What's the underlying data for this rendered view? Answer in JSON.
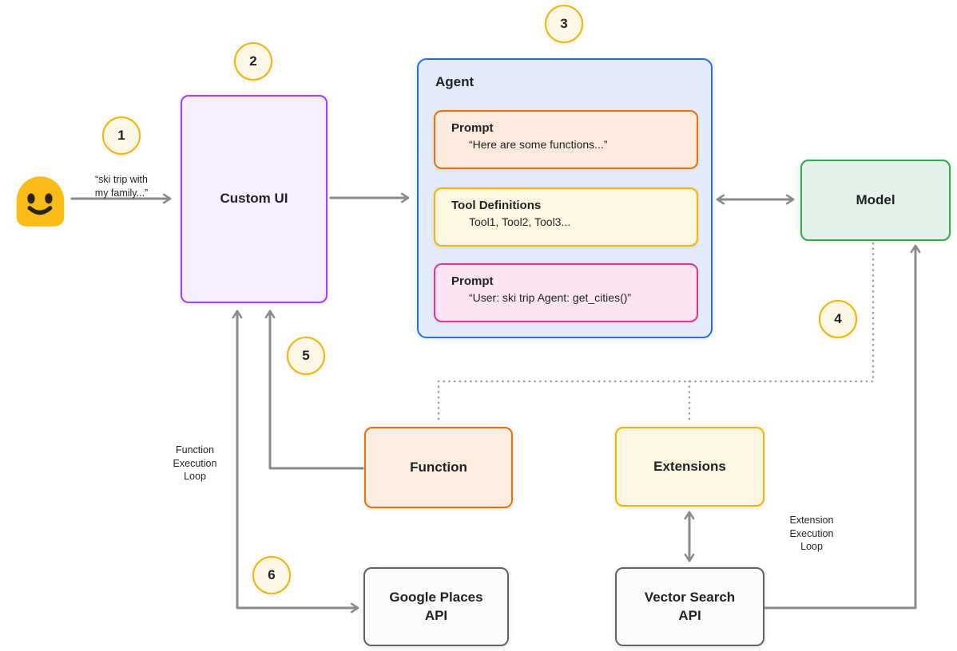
{
  "steps": {
    "s1": "1",
    "s2": "2",
    "s3": "3",
    "s4": "4",
    "s5": "5",
    "s6": "6"
  },
  "user": {
    "icon": "blob-smiley-emoji",
    "message": "“ski trip with\nmy family...”"
  },
  "boxes": {
    "custom_ui": {
      "label": "Custom UI"
    },
    "agent": {
      "title": "Agent",
      "prompt1": {
        "title": "Prompt",
        "text": "“Here are some functions...”"
      },
      "tool_definitions": {
        "title": "Tool Definitions",
        "text": "Tool1, Tool2, Tool3..."
      },
      "prompt2": {
        "title": "Prompt",
        "text": "“User: ski trip Agent: get_cities()”"
      }
    },
    "model": {
      "label": "Model"
    },
    "function": {
      "label": "Function"
    },
    "extensions": {
      "label": "Extensions"
    },
    "google_places": {
      "label": "Google Places\nAPI"
    },
    "vector_search": {
      "label": "Vector Search\nAPI"
    }
  },
  "annotations": {
    "function_loop": "Function\nExecution\nLoop",
    "extension_loop": "Extension\nExecution\nLoop"
  },
  "colors": {
    "custom_ui_border": "#a142f4",
    "custom_ui_fill": "#f6edfe",
    "agent_border": "#1a73e8",
    "agent_fill": "#e4ecfc",
    "prompt_orange_border": "#e8710a",
    "prompt_orange_fill": "#fdeadd",
    "tools_gold_border": "#f5b400",
    "tools_gold_fill": "#fdf7e2",
    "prompt_pink_border": "#e0368e",
    "prompt_pink_fill": "#fce4f2",
    "model_border": "#34a853",
    "model_fill": "#e4f2e8",
    "api_border": "#5f6368",
    "api_fill": "#fbfbfc",
    "step_circle_border": "#f2b508",
    "step_circle_fill": "#fdf8e8",
    "arrow_gray": "#868b90",
    "dotted_gray": "#9aa0a6",
    "emoji_yellow": "#f9bb16"
  }
}
